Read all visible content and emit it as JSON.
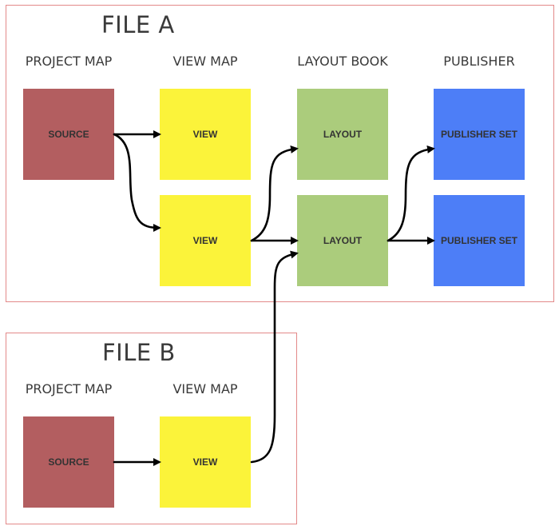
{
  "file_a": {
    "title": "FILE A",
    "columns": {
      "project_map": "PROJECT MAP",
      "view_map": "VIEW MAP",
      "layout_book": "LAYOUT BOOK",
      "publisher": "PUBLISHER"
    },
    "boxes": {
      "source": "SOURCE",
      "view_1": "VIEW",
      "view_2": "VIEW",
      "layout_1": "LAYOUT",
      "layout_2": "LAYOUT",
      "publisher_set_1": "PUBLISHER SET",
      "publisher_set_2": "PUBLISHER SET"
    }
  },
  "file_b": {
    "title": "FILE B",
    "columns": {
      "project_map": "PROJECT MAP",
      "view_map": "VIEW MAP"
    },
    "boxes": {
      "source": "SOURCE",
      "view": "VIEW"
    }
  },
  "colors": {
    "source": "#b35e60",
    "view": "#fbf33a",
    "layout": "#abcc7c",
    "publisher": "#4d7ef7",
    "frame": "#e38989",
    "arrow": "#000000"
  }
}
